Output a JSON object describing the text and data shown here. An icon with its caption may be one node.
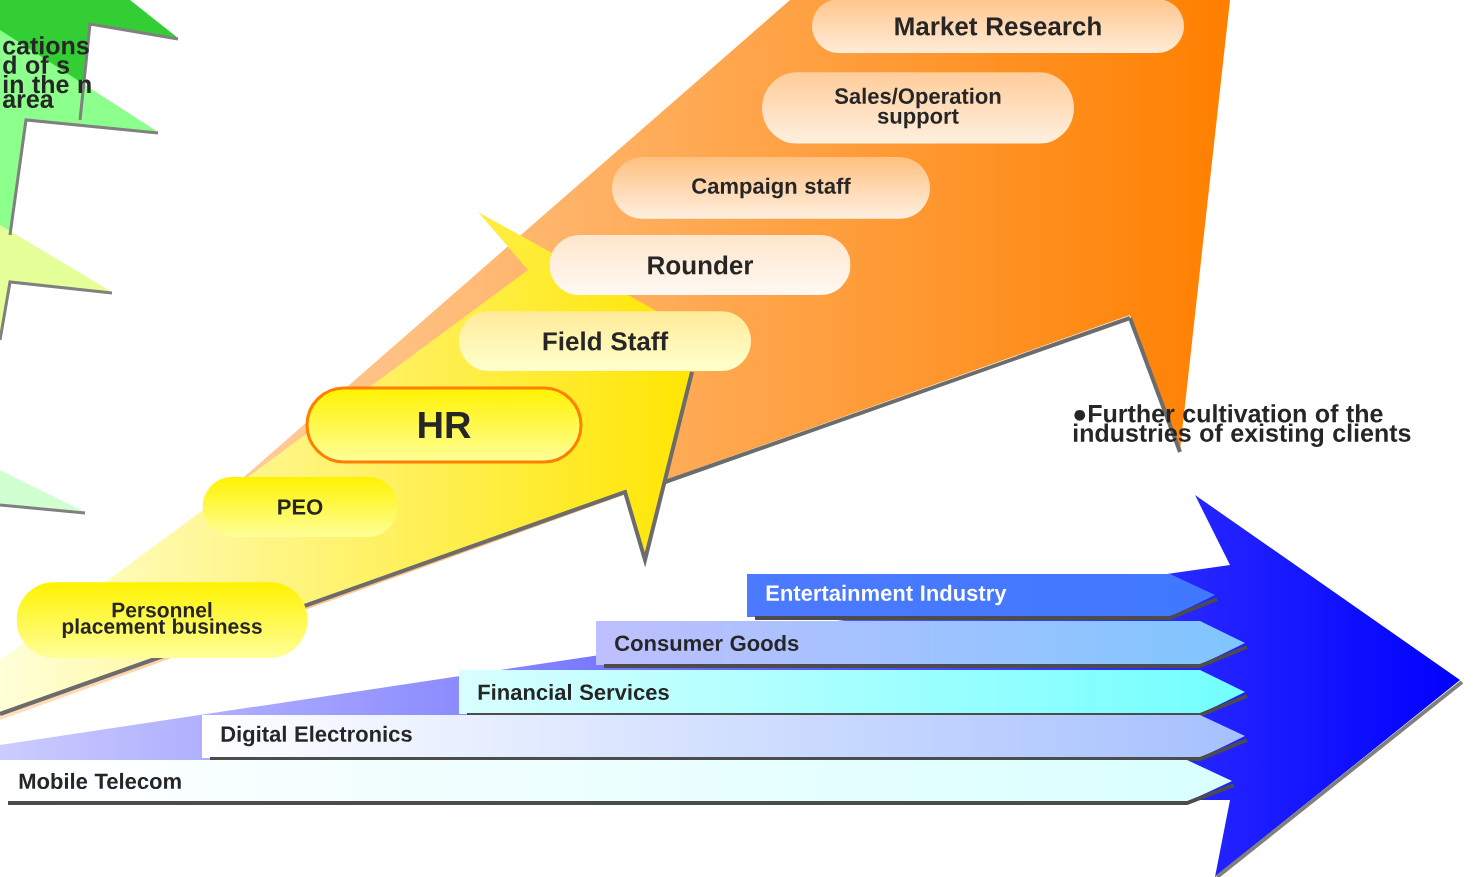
{
  "diagram": {
    "nodes": [
      {
        "text": [
          "Market Research"
        ]
      },
      {
        "text": [
          "Sales/Operation support"
        ]
      },
      {
        "text": [
          "Campaign staff"
        ]
      },
      {
        "text": [
          "Rounder"
        ]
      },
      {
        "text": [
          "Field Staff"
        ]
      },
      {
        "text": [
          "HR"
        ]
      },
      {
        "text": [
          "PEO"
        ]
      },
      {
        "text": [
          "Personnel placement business"
        ]
      },
      {
        "text": [
          "Entertainment Industry"
        ]
      },
      {
        "text": [
          "Consumer Goods"
        ]
      },
      {
        "text": [
          "Financial Services"
        ]
      },
      {
        "text": [
          "Digital Electronics"
        ]
      },
      {
        "text": [
          "Mobile Telecom"
        ]
      }
    ],
    "labels": [
      "cations d of s in the n area",
      "●Further cultivation of the industries of existing clients"
    ]
  }
}
